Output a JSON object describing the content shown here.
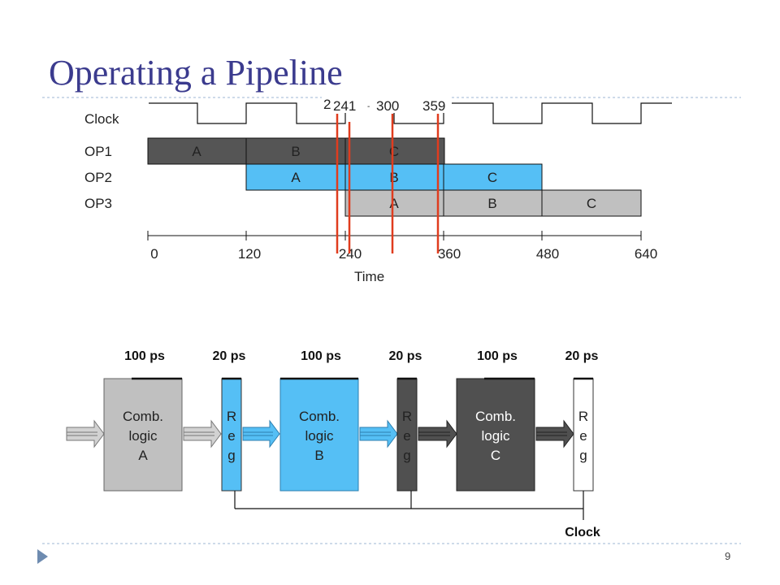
{
  "slide": {
    "title": "Operating a Pipeline",
    "page_number": "9"
  },
  "timing": {
    "clock_label": "Clock",
    "time_label": "Time",
    "ops": [
      "OP1",
      "OP2",
      "OP3"
    ],
    "stage_labels": [
      "A",
      "B",
      "C"
    ],
    "time_ticks": [
      "0",
      "120",
      "240",
      "360",
      "480",
      "640"
    ],
    "markers": [
      "2",
      "241",
      "-",
      "300",
      "359"
    ]
  },
  "hardware": {
    "delays": [
      "100 ps",
      "20 ps",
      "100 ps",
      "20 ps",
      "100 ps",
      "20 ps"
    ],
    "comb_blocks": [
      {
        "lines": [
          "Comb.",
          "logic",
          "A"
        ]
      },
      {
        "lines": [
          "Comb.",
          "logic",
          "B"
        ]
      },
      {
        "lines": [
          "Comb.",
          "logic",
          "C"
        ]
      }
    ],
    "reg_letters": [
      "R",
      "e",
      "g"
    ],
    "clock_label": "Clock"
  },
  "colors": {
    "title": "#3b3b8e",
    "stage_a": "#c0c0c0",
    "stage_b": "#55bff5",
    "stage_c": "#505050",
    "marker": "#e03c1e"
  }
}
